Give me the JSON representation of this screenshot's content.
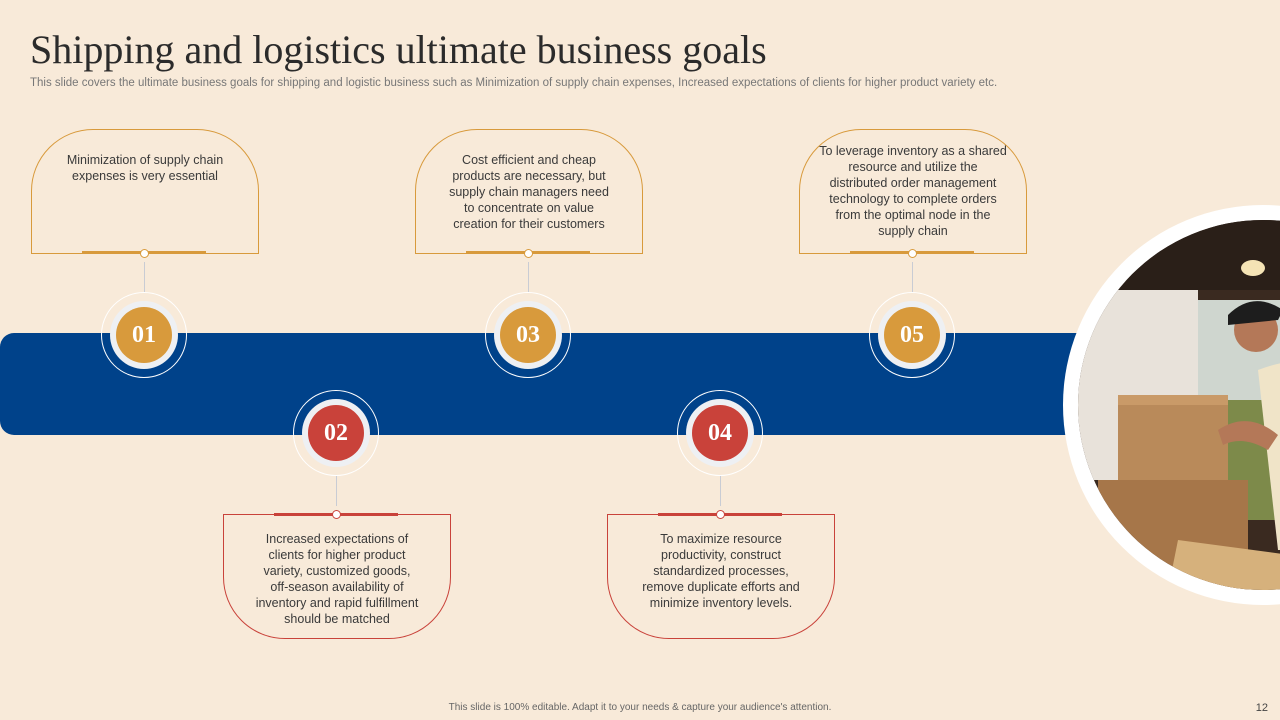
{
  "title": "Shipping and logistics ultimate business goals",
  "subtitle": "This slide covers the ultimate business goals for shipping and logistic business such as Minimization of supply chain expenses, Increased expectations of clients for higher product variety etc.",
  "colors": {
    "background": "#f8ead9",
    "timeline": "#00428a",
    "odd_accent": "#d89a3c",
    "even_accent": "#c9423a"
  },
  "steps": [
    {
      "number": "01",
      "text": "Minimization of supply chain expenses is very essential"
    },
    {
      "number": "02",
      "text": "Increased expectations of clients for higher product variety, customized goods, off-season availability of inventory and rapid fulfillment should be matched"
    },
    {
      "number": "03",
      "text": "Cost efficient and cheap products are necessary, but supply chain managers need to concentrate on value creation for their customers"
    },
    {
      "number": "04",
      "text": "To maximize resource productivity, construct standardized processes, remove duplicate efforts and minimize inventory levels."
    },
    {
      "number": "05",
      "text": "To leverage inventory as a shared resource and utilize the distributed order management technology to complete orders from the optimal node in the supply chain"
    }
  ],
  "image": "delivery-man-loading-boxes-in-van-photo",
  "footer": "This slide is 100% editable. Adapt it to your needs & capture your audience's attention.",
  "page_number": "12"
}
